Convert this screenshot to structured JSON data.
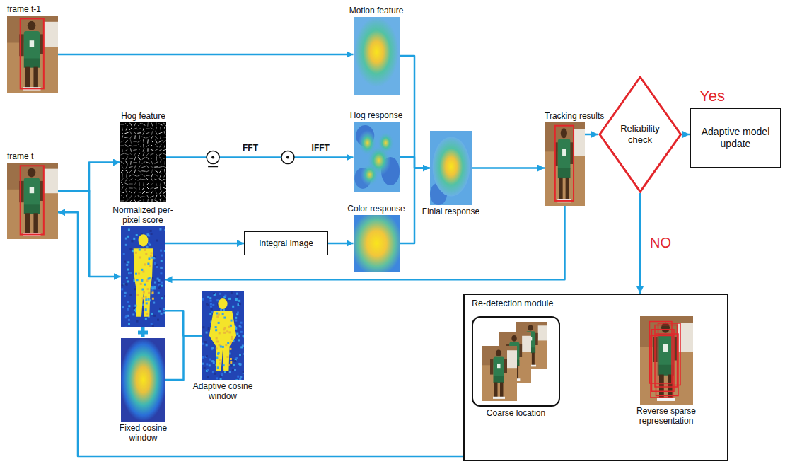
{
  "diagram": {
    "nodes": [
      {
        "text": [
          "frame t-1"
        ]
      },
      {
        "text": [
          "frame t"
        ]
      },
      {
        "text": [
          "Hog feature"
        ]
      },
      {
        "text": [
          "Normalized per-pixel score"
        ]
      },
      {
        "text": [
          "Fixed cosine window"
        ]
      },
      {
        "text": [
          "Adaptive cosine window"
        ]
      },
      {
        "text": [
          "Motion feature"
        ]
      },
      {
        "text": [
          "Hog response"
        ]
      },
      {
        "text": [
          "Integral Image"
        ]
      },
      {
        "text": [
          "Color response"
        ]
      },
      {
        "text": [
          "Finial response"
        ]
      },
      {
        "text": [
          "Tracking results"
        ]
      },
      {
        "text": [
          "Reliability check"
        ]
      },
      {
        "text": [
          "Adaptive model update"
        ]
      },
      {
        "text": [
          "Re-detection module"
        ]
      },
      {
        "text": [
          "Coarse location"
        ],
        "in": 14
      },
      {
        "text": [
          "Reverse sparse representation"
        ],
        "in": 14
      }
    ],
    "edges": [
      {
        "from": 0,
        "to": 6,
        "arrow": "to"
      },
      {
        "from": 1,
        "to": 2,
        "arrow": "to"
      },
      {
        "from": 1,
        "to": 3,
        "arrow": "to"
      },
      {
        "from": 2,
        "to": 7,
        "arrow": "to"
      },
      {
        "from": 3,
        "to": 8,
        "arrow": "to"
      },
      {
        "from": 8,
        "to": 9,
        "arrow": "to"
      },
      {
        "from": 6,
        "to": 10,
        "arrow": "to"
      },
      {
        "from": 7,
        "to": 10,
        "arrow": "to"
      },
      {
        "from": 9,
        "to": 10,
        "arrow": "to"
      },
      {
        "from": 10,
        "to": 11,
        "arrow": "to"
      },
      {
        "from": 11,
        "to": 12,
        "arrow": "to"
      },
      {
        "from": 12,
        "to": 13,
        "label": "Yes",
        "arrow": "to"
      },
      {
        "from": 12,
        "to": 14,
        "label": "NO",
        "arrow": "to"
      },
      {
        "from": 11,
        "to": 3,
        "arrow": "to"
      },
      {
        "from": 3,
        "to": 5,
        "arrow": "none"
      },
      {
        "from": 4,
        "to": 5,
        "arrow": "none"
      },
      {
        "from": 14,
        "to": 1,
        "arrow": "to"
      }
    ],
    "labels": [
      "FFT",
      "IFFT"
    ]
  }
}
